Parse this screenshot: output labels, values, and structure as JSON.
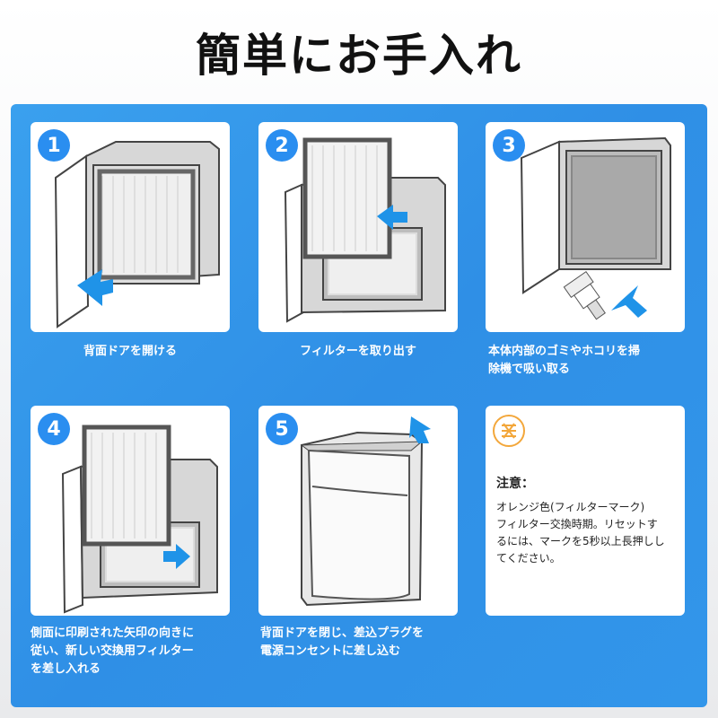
{
  "page": {
    "title": "簡単にお手入れ"
  },
  "steps": [
    {
      "number": "1",
      "caption": "背面ドアを開ける"
    },
    {
      "number": "2",
      "caption": "フィルターを取り出す"
    },
    {
      "number": "3",
      "caption_line1": "本体内部のゴミやホコリを掃",
      "caption_line2": "除機で吸い取る"
    },
    {
      "number": "4",
      "caption_line1": "側面に印刷された矢印の向きに",
      "caption_line2": "従い、新しい交換用フィルター",
      "caption_line3": "を差し入れる"
    },
    {
      "number": "5",
      "caption_line1": "背面ドアを閉じ、差込プラグを",
      "caption_line2": "電源コンセントに差し込む"
    }
  ],
  "note": {
    "title": "注意：",
    "line1": "オレンジ色(フィルターマーク)",
    "line2": "フィルター交換時期。リセットす",
    "line3": "るには、マークを5秒以上長押しし",
    "line4": "てください。",
    "icon": "filter-mark-icon"
  },
  "colors": {
    "panel_blue": "#2f8fe6",
    "badge_blue": "#2a8ef0",
    "arrow_blue": "#1f93e8",
    "filter_orange": "#f3a73b"
  }
}
